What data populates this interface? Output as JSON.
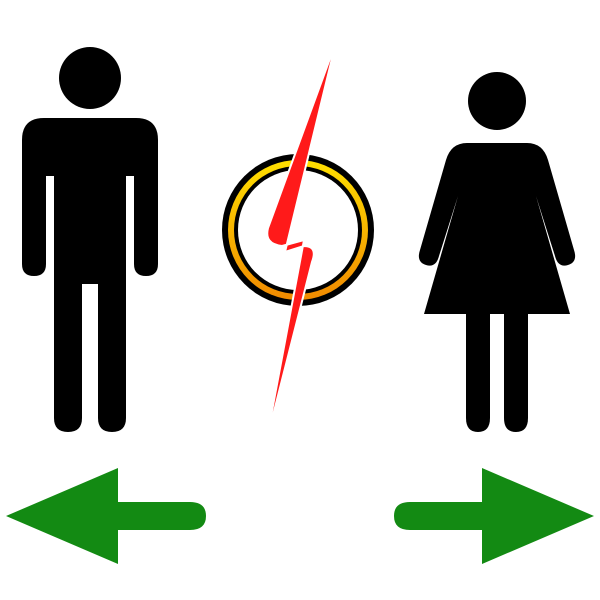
{
  "figures": [
    {
      "name": "man",
      "icon": "man-restroom-icon",
      "color": "#000000"
    },
    {
      "name": "woman",
      "icon": "woman-restroom-icon",
      "color": "#000000"
    }
  ],
  "symbol": {
    "icon": "lightning-bolt-ring-icon",
    "bolt_color": "#ff1a1a",
    "ring_outer_color": "#000000",
    "ring_gradient": [
      "#ffe000",
      "#f08a00"
    ]
  },
  "arrows": [
    {
      "name": "left-arrow",
      "icon": "arrow-left-icon",
      "color": "#138a13"
    },
    {
      "name": "right-arrow",
      "icon": "arrow-right-icon",
      "color": "#138a13"
    }
  ]
}
